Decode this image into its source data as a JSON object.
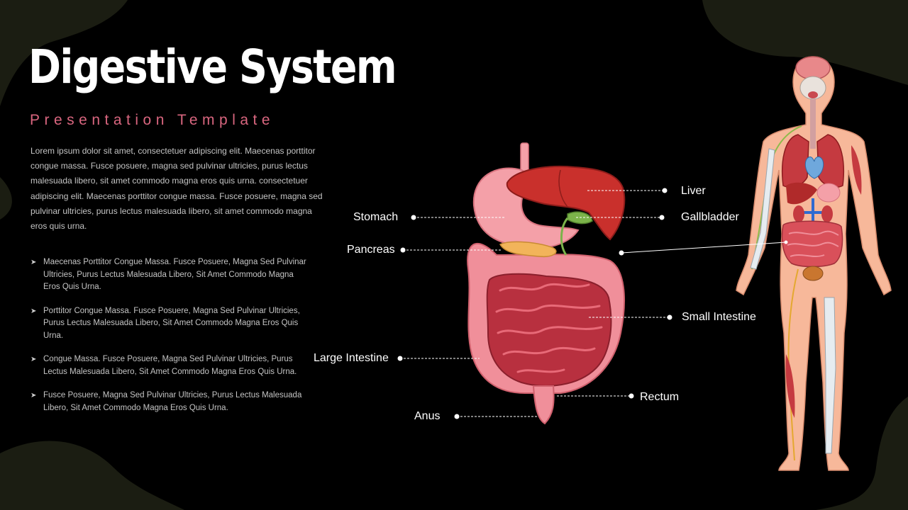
{
  "header": {
    "title": "Digestive System",
    "subtitle": "Presentation Template"
  },
  "intro_text": "Lorem ipsum dolor sit amet, consectetuer adipiscing elit. Maecenas porttitor congue massa. Fusce posuere, magna sed pulvinar ultricies, purus lectus malesuada libero, sit amet commodo magna eros quis urna. consectetuer adipiscing elit. Maecenas porttitor congue massa. Fusce posuere, magna sed pulvinar ultricies, purus lectus malesuada libero, sit amet commodo magna eros quis urna.",
  "bullets": [
    {
      "text": "Maecenas Porttitor Congue Massa. Fusce Posuere, Magna Sed Pulvinar Ultricies, Purus Lectus Malesuada Libero, Sit Amet Commodo Magna Eros Quis Urna."
    },
    {
      "text": "Porttitor Congue Massa. Fusce Posuere, Magna Sed Pulvinar Ultricies, Purus Lectus Malesuada Libero, Sit Amet Commodo Magna Eros Quis Urna."
    },
    {
      "text": "Congue Massa. Fusce Posuere, Magna Sed Pulvinar Ultricies, Purus Lectus Malesuada Libero, Sit Amet Commodo Magna Eros Quis Urna."
    },
    {
      "text": "Fusce Posuere, Magna Sed Pulvinar Ultricies, Purus Lectus Malesuada Libero, Sit Amet Commodo Magna Eros Quis Urna."
    }
  ],
  "labels": {
    "liver": "Liver",
    "gallbladder": "Gallbladder",
    "stomach": "Stomach",
    "pancreas": "Pancreas",
    "small_intestine": "Small Intestine",
    "large_intestine": "Large Intestine",
    "rectum": "Rectum",
    "anus": "Anus"
  },
  "colors": {
    "background": "#000000",
    "blob": "#1b1d12",
    "subtitle": "#d9667f",
    "liver": "#c9302c",
    "stomach": "#f4a0a8",
    "intestine": "#b8303f",
    "large_intestine": "#f08f9a",
    "gallbladder": "#7bb34a",
    "pancreas": "#f2b45a",
    "body_skin": "#f7b89a"
  },
  "icons": {
    "bullet": "arrowhead-bullet-icon",
    "organs": "digestive-organs-illustration",
    "body": "human-anatomy-illustration"
  }
}
